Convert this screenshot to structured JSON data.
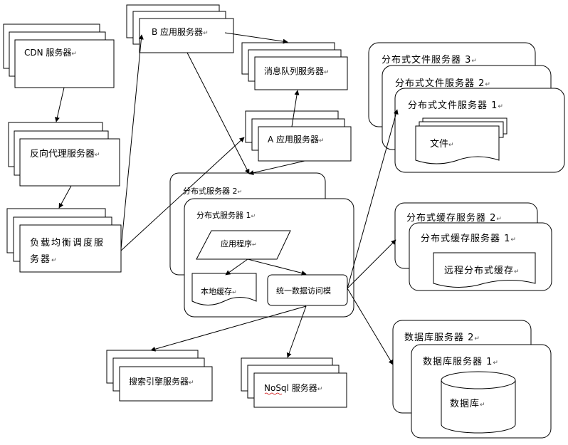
{
  "nodes": {
    "cdn": "CDN 服务器",
    "reverse_proxy": "反向代理服务器",
    "load_balancer_line1": "负载均衡调度服",
    "load_balancer_line2": "务器",
    "app_b": "B 应用服务器",
    "message_queue": "消息队列服务器",
    "app_a": "A 应用服务器",
    "dist_server_2": "分布式服务器 2",
    "dist_server_1": "分布式服务器 1",
    "application": "应用程序",
    "local_cache": "本地缓存",
    "unified_data_access": "统一数据访问模",
    "search_engine": "搜索引擎服务器",
    "nosql": "NoSql 服务器",
    "dist_file_3": "分布式文件服务器 3",
    "dist_file_2": "分布式文件服务器 2",
    "dist_file_1": "分布式文件服务器 1",
    "file": "文件",
    "dist_cache_2": "分布式缓存服务器 2",
    "dist_cache_1": "分布式缓存服务器 1",
    "remote_cache": "远程分布式缓存",
    "db_server_2": "数据库服务器 2",
    "db_server_1": "数据库服务器 1",
    "database": "数据库"
  },
  "paragraph_mark": "↵"
}
